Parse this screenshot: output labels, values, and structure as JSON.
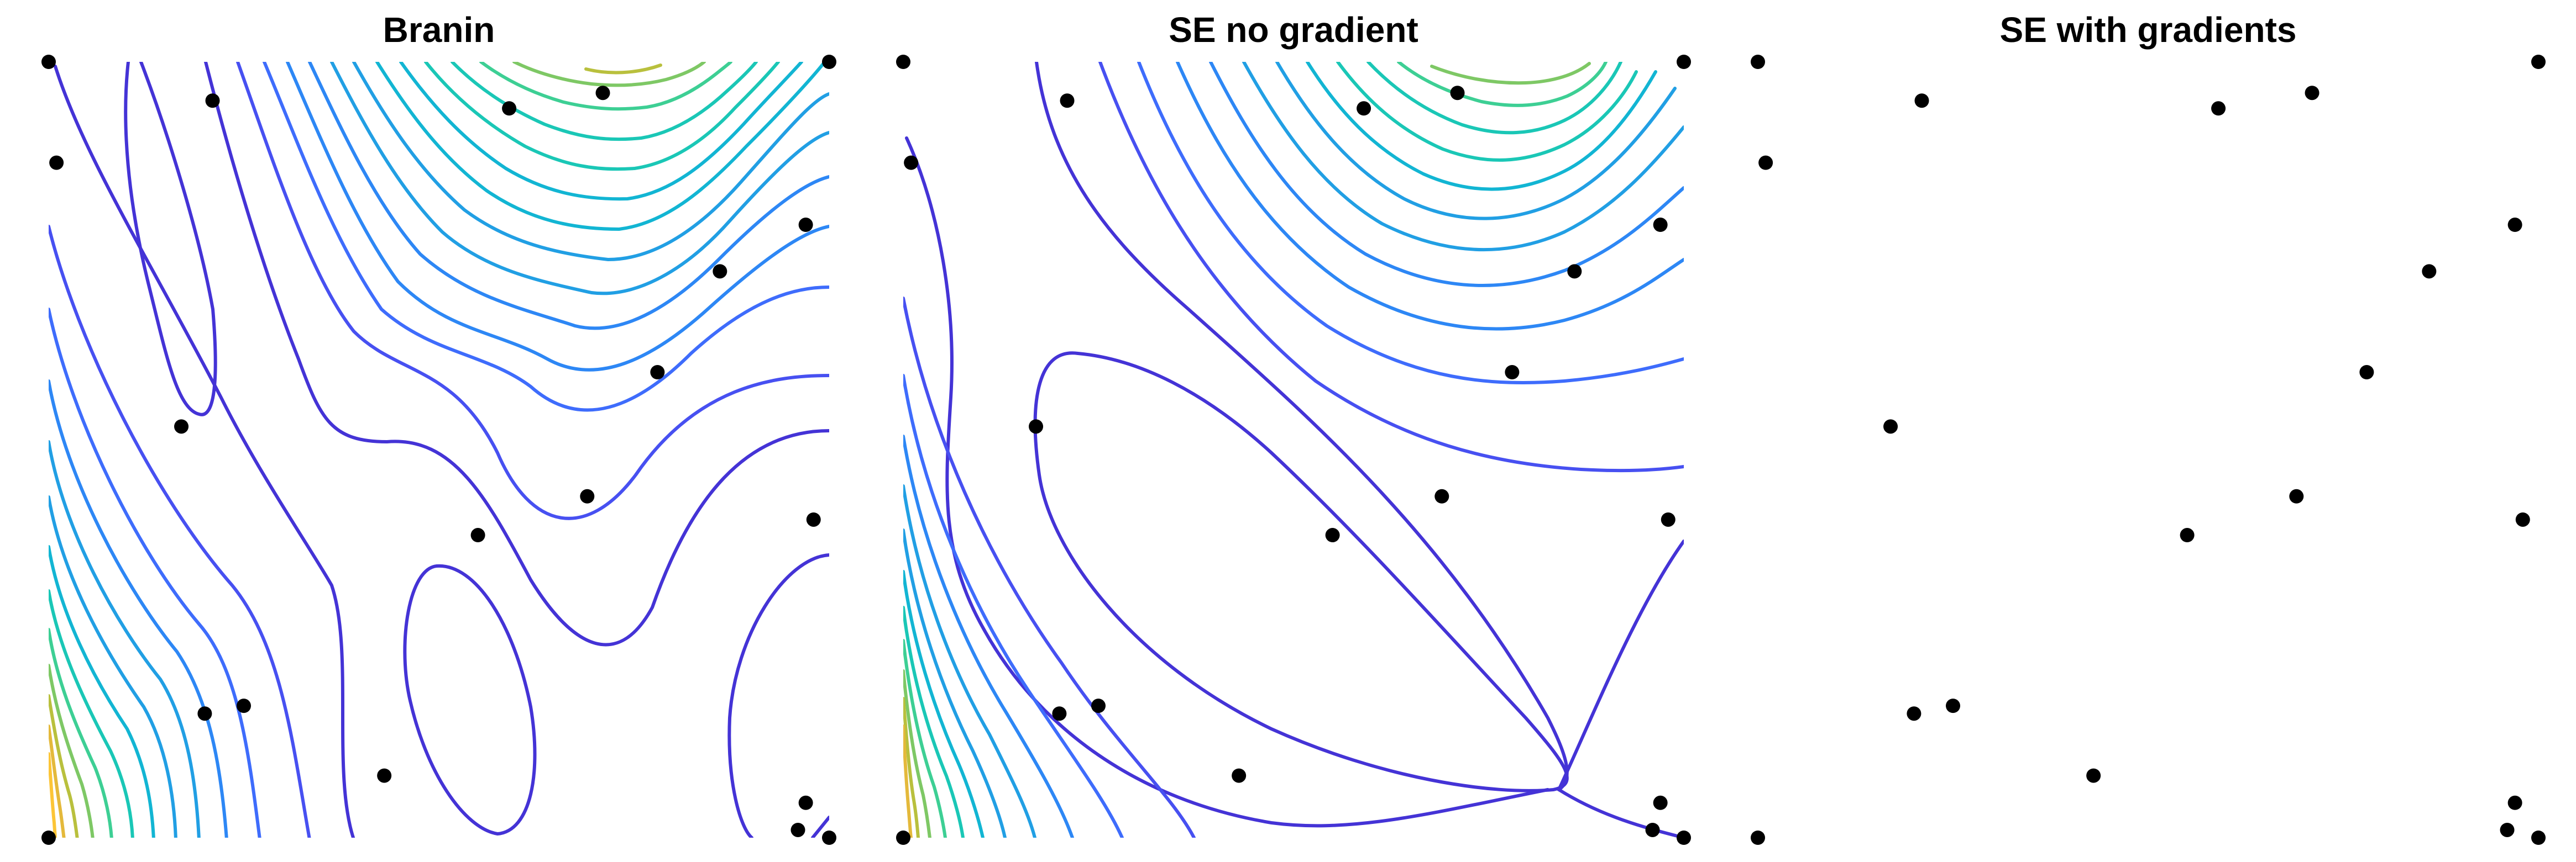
{
  "chart_data": [
    {
      "type": "contour",
      "title": "Branin",
      "points": [
        [
          0.0,
          1.0
        ],
        [
          0.21,
          0.95
        ],
        [
          0.01,
          0.87
        ],
        [
          0.59,
          0.94
        ],
        [
          0.71,
          0.96
        ],
        [
          1.0,
          1.0
        ],
        [
          0.97,
          0.79
        ],
        [
          0.86,
          0.73
        ],
        [
          0.78,
          0.6
        ],
        [
          0.17,
          0.53
        ],
        [
          0.69,
          0.44
        ],
        [
          0.55,
          0.39
        ],
        [
          0.98,
          0.41
        ],
        [
          0.2,
          0.16
        ],
        [
          0.25,
          0.17
        ],
        [
          0.43,
          0.08
        ],
        [
          0.97,
          0.045
        ],
        [
          0.96,
          0.01
        ],
        [
          1.0,
          0.0
        ],
        [
          0.0,
          0.0
        ]
      ],
      "grid": false
    },
    {
      "type": "contour",
      "title": "SE no gradient",
      "points": [
        [
          0.0,
          1.0
        ],
        [
          0.21,
          0.95
        ],
        [
          0.01,
          0.87
        ],
        [
          0.59,
          0.94
        ],
        [
          0.71,
          0.96
        ],
        [
          1.0,
          1.0
        ],
        [
          0.97,
          0.79
        ],
        [
          0.86,
          0.73
        ],
        [
          0.78,
          0.6
        ],
        [
          0.17,
          0.53
        ],
        [
          0.69,
          0.44
        ],
        [
          0.55,
          0.39
        ],
        [
          0.98,
          0.41
        ],
        [
          0.2,
          0.16
        ],
        [
          0.25,
          0.17
        ],
        [
          0.43,
          0.08
        ],
        [
          0.97,
          0.045
        ],
        [
          0.96,
          0.01
        ],
        [
          1.0,
          0.0
        ],
        [
          0.0,
          0.0
        ]
      ],
      "grid": false
    },
    {
      "type": "contour",
      "title": "SE with gradients",
      "points": [
        [
          0.0,
          1.0
        ],
        [
          0.21,
          0.95
        ],
        [
          0.01,
          0.87
        ],
        [
          0.59,
          0.94
        ],
        [
          0.71,
          0.96
        ],
        [
          1.0,
          1.0
        ],
        [
          0.97,
          0.79
        ],
        [
          0.86,
          0.73
        ],
        [
          0.78,
          0.6
        ],
        [
          0.17,
          0.53
        ],
        [
          0.69,
          0.44
        ],
        [
          0.55,
          0.39
        ],
        [
          0.98,
          0.41
        ],
        [
          0.2,
          0.16
        ],
        [
          0.25,
          0.17
        ],
        [
          0.43,
          0.08
        ],
        [
          0.97,
          0.045
        ],
        [
          0.96,
          0.01
        ],
        [
          1.0,
          0.0
        ],
        [
          0.0,
          0.0
        ]
      ],
      "grid": false
    }
  ],
  "colors": {
    "contour_palette": [
      "#3e26a8",
      "#4433d6",
      "#4750f1",
      "#3e6cfc",
      "#2d87f5",
      "#219fe4",
      "#12b5d3",
      "#1ac7b6",
      "#3dcf94",
      "#7ec865",
      "#b9c03d",
      "#e4b93b",
      "#fcc537",
      "#f5e41f"
    ],
    "points": "#000000"
  }
}
